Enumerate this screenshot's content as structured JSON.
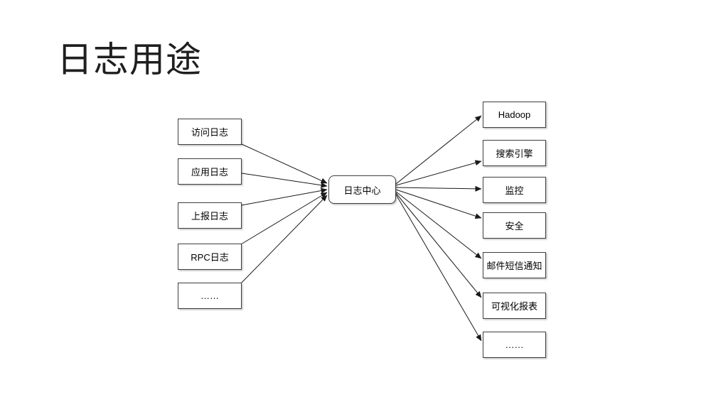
{
  "slide": {
    "title": "日志用途",
    "background": "#ffffff"
  },
  "colors": {
    "box_border": "#3f3f3f",
    "arrow": "#1a1a1a",
    "text": "#000000"
  },
  "diagram": {
    "center": {
      "label": "日志中心"
    },
    "sources": [
      {
        "label": "访问日志"
      },
      {
        "label": "应用日志"
      },
      {
        "label": "上报日志"
      },
      {
        "label": "RPC日志"
      },
      {
        "label": "……"
      }
    ],
    "destinations": [
      {
        "label": "Hadoop"
      },
      {
        "label": "搜索引擎"
      },
      {
        "label": "监控"
      },
      {
        "label": "安全"
      },
      {
        "label": "邮件短信通知"
      },
      {
        "label": "可视化报表"
      },
      {
        "label": "……"
      }
    ]
  }
}
